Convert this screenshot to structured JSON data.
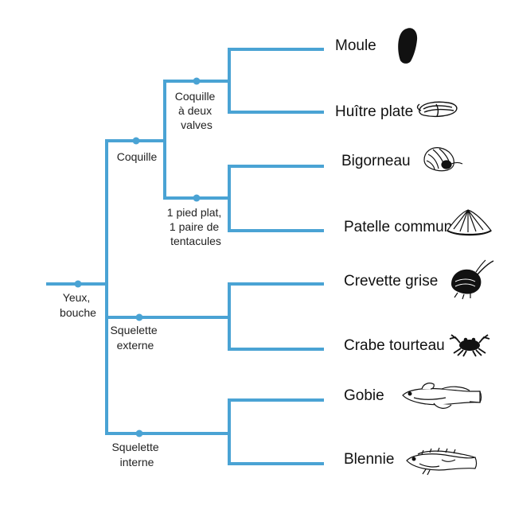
{
  "colors": {
    "branch": "#4aa3d4",
    "node": "#4aa3d4",
    "icon": "#111111"
  },
  "nodes": {
    "root": [
      "Yeux,",
      "bouche"
    ],
    "coquille": [
      "Coquille"
    ],
    "bivalves": [
      "Coquille",
      "à deux",
      "valves"
    ],
    "pied": [
      "1 pied plat,",
      "1 paire de",
      "tentacules"
    ],
    "sq_ext": [
      "Squelette",
      "externe"
    ],
    "sq_int": [
      "Squelette",
      "interne"
    ]
  },
  "leaves": [
    {
      "label": "Moule",
      "icon": "mussel-icon"
    },
    {
      "label": "Huître plate",
      "icon": "oyster-icon"
    },
    {
      "label": "Bigorneau",
      "icon": "periwinkle-icon"
    },
    {
      "label": "Patelle commune",
      "icon": "limpet-icon"
    },
    {
      "label": "Crevette grise",
      "icon": "shrimp-icon"
    },
    {
      "label": "Crabe tourteau",
      "icon": "crab-icon"
    },
    {
      "label": "Gobie",
      "icon": "goby-icon"
    },
    {
      "label": "Blennie",
      "icon": "blenny-icon"
    }
  ]
}
